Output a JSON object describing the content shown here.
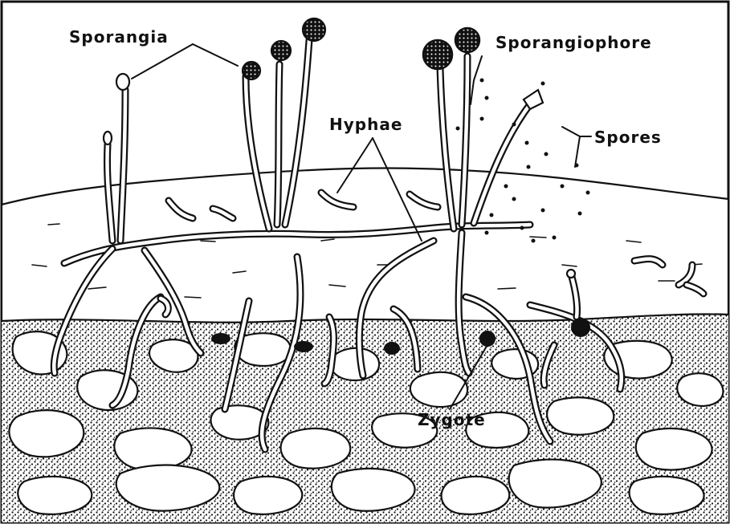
{
  "labels": {
    "sporangia": "Sporangia",
    "sporangiophore": "Sporangiophore",
    "hyphae": "Hyphae",
    "spores": "Spores",
    "zygote": "Zygote"
  },
  "colors": {
    "ink": "#111111",
    "paper": "#ffffff"
  }
}
